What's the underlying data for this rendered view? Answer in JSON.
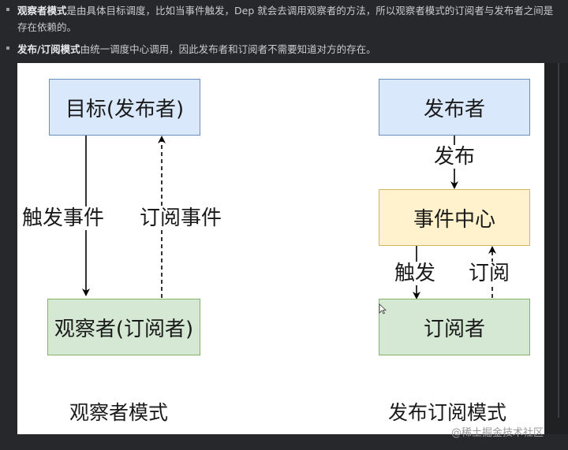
{
  "notes": [
    {
      "bold": "观察者模式",
      "text": "是由具体目标调度，比如当事件触发，Dep 就会去调用观察者的方法，所以观察者模式的订阅者与发布者之间是存在依赖的。"
    },
    {
      "bold": "发布/订阅模式",
      "text": "由统一调度中心调用，因此发布者和订阅者不需要知道对方的存在。"
    }
  ],
  "observer": {
    "target": "目标(发布者)",
    "observer": "观察者(订阅者)",
    "trigger_label": "触发事件",
    "subscribe_label": "订阅事件",
    "caption": "观察者模式"
  },
  "pubsub": {
    "publisher": "发布者",
    "center": "事件中心",
    "subscriber": "订阅者",
    "publish_label": "发布",
    "trigger_label": "触发",
    "subscribe_label": "订阅",
    "caption": "发布订阅模式"
  },
  "watermark": "@稀土掘金技术社区",
  "colors": {
    "blue_fill": "#dae8fc",
    "blue_stroke": "#6c8ebf",
    "green_fill": "#d5e8d4",
    "green_stroke": "#82b366",
    "yellow_fill": "#fff2cc",
    "yellow_stroke": "#d6b656"
  }
}
